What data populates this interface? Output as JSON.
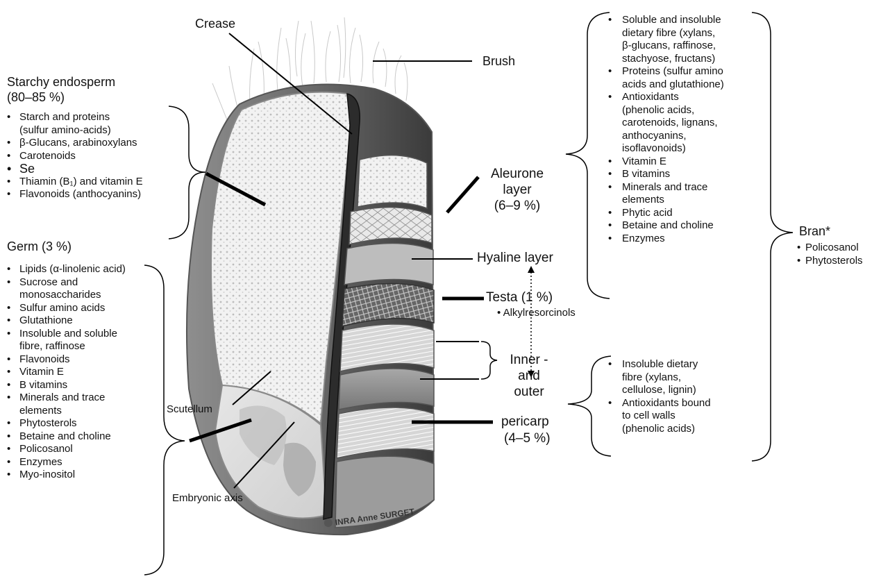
{
  "labels": {
    "crease": "Crease",
    "brush": "Brush",
    "aleurone_1": "Aleurone",
    "aleurone_2": "layer",
    "aleurone_pct": "(6–9 %)",
    "hyaline": "Hyaline layer",
    "testa": "Testa (1 %)",
    "testa_sub": "• Alkylresorcinols",
    "pericarp_1": "Inner -",
    "pericarp_2": "and",
    "pericarp_3": "outer",
    "pericarp_4": "pericarp",
    "pericarp_pct": "(4–5 %)",
    "scutellum": "Scutellum",
    "embryonic_axis": "Embryonic axis",
    "watermark": "INRA Anne SURGET"
  },
  "endosperm": {
    "title": "Starchy endosperm",
    "percent": "(80–85 %)",
    "items": [
      "Starch and proteins",
      "(sulfur amino-acids)",
      "β-Glucans, arabinoxylans",
      "Carotenoids",
      "Se",
      "Thiamin (B₁) and vitamin E",
      "Flavonoids (anthocyanins)"
    ]
  },
  "germ": {
    "title": "Germ (3 %)",
    "items": [
      "Lipids (α-linolenic acid)",
      "Sucrose and",
      "monosaccharides",
      "Sulfur amino acids",
      "Glutathione",
      "Insoluble and soluble",
      "fibre, raffinose",
      "Flavonoids",
      "Vitamin E",
      "B vitamins",
      "Minerals and trace",
      "elements",
      "Phytosterols",
      "Betaine and choline",
      "Policosanol",
      "Enzymes",
      "Myo-inositol"
    ]
  },
  "aleurone_list": {
    "items": [
      "Soluble and insoluble",
      "dietary fibre (xylans,",
      "β-glucans, raffinose,",
      "stachyose, fructans)",
      "Proteins (sulfur amino",
      "acids and glutathione)",
      "Antioxidants",
      "(phenolic acids,",
      "carotenoids, lignans,",
      "anthocyanins,",
      "isoflavonoids)",
      "Vitamin E",
      "B vitamins",
      "Minerals and trace",
      "elements",
      "Phytic acid",
      "Betaine and choline",
      "Enzymes"
    ]
  },
  "pericarp_list": {
    "items": [
      "Insoluble dietary",
      "fibre (xylans,",
      "cellulose, lignin)",
      "Antioxidants bound",
      "to cell walls",
      "(phenolic acids)"
    ]
  },
  "bran": {
    "title": "Bran*",
    "items": [
      "Policosanol",
      "Phytosterols"
    ]
  }
}
